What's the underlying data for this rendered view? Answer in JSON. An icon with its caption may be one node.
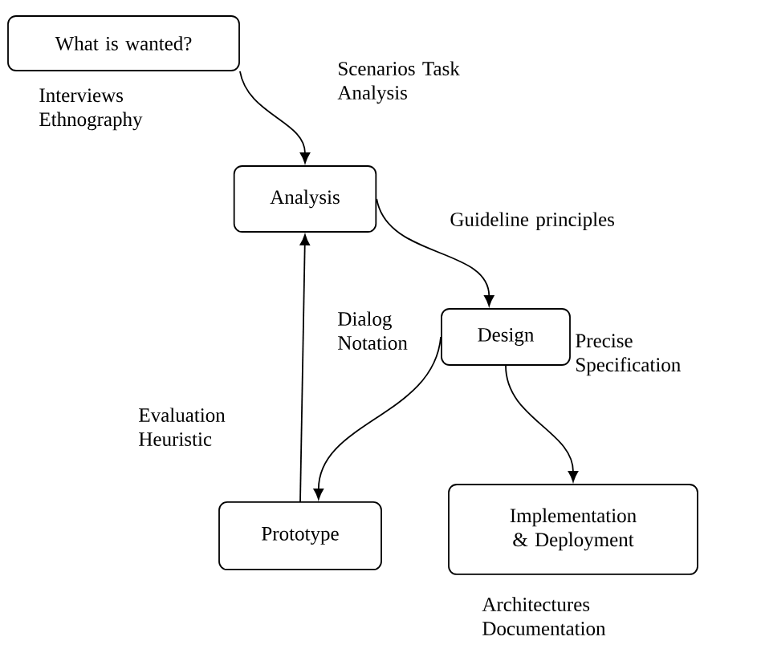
{
  "diagram": {
    "nodes": [
      {
        "text": [
          "What is wanted?"
        ]
      },
      {
        "text": [
          "Analysis"
        ]
      },
      {
        "text": [
          "Design"
        ]
      },
      {
        "text": [
          "Prototype"
        ]
      },
      {
        "text": [
          "Implementation & Deployment"
        ]
      }
    ],
    "edges": [
      {
        "from": 0,
        "to": 1,
        "arrow": "to"
      },
      {
        "from": 1,
        "to": 2,
        "arrow": "to"
      },
      {
        "from": 2,
        "to": 3,
        "arrow": "to"
      },
      {
        "from": 2,
        "to": 4,
        "arrow": "to"
      },
      {
        "from": 3,
        "to": 1,
        "arrow": "to"
      }
    ],
    "labels": [
      "Scenarios Task Analysis",
      "Interviews Ethnography",
      "Guideline principles",
      "Dialog Notation",
      "Precise Specification",
      "Evaluation Heuristic",
      "Architectures Documentation"
    ]
  }
}
